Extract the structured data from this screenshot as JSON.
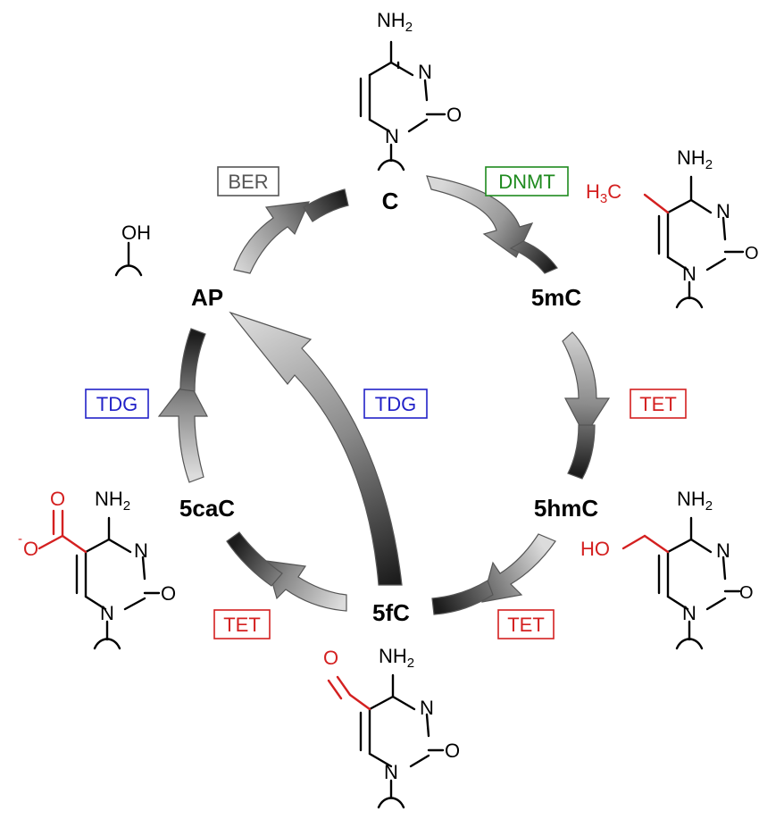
{
  "nodes": {
    "c": "C",
    "mc": "5mC",
    "hmc": "5hmC",
    "fc": "5fC",
    "cac": "5caC",
    "ap": "AP"
  },
  "enzymes": {
    "dnmt": "DNMT",
    "tet_1": "TET",
    "tet_2": "TET",
    "tet_3": "TET",
    "tdg_1": "TDG",
    "tdg_2": "TDG",
    "ber": "BER"
  },
  "colors": {
    "dnmt": "#1e8a1e",
    "tet": "#d42020",
    "tdg": "#2222c8",
    "ber": "#555555",
    "modification": "#d42020"
  },
  "atoms": {
    "nitrogen": "N",
    "oxygen": "O",
    "amine": "NH",
    "amine_sub": "2",
    "methyl": "H",
    "methyl_sub": "3",
    "methyl_c": "C",
    "hydroxyl": "HO",
    "ap_hydroxyl": "OH",
    "charge": "-"
  }
}
